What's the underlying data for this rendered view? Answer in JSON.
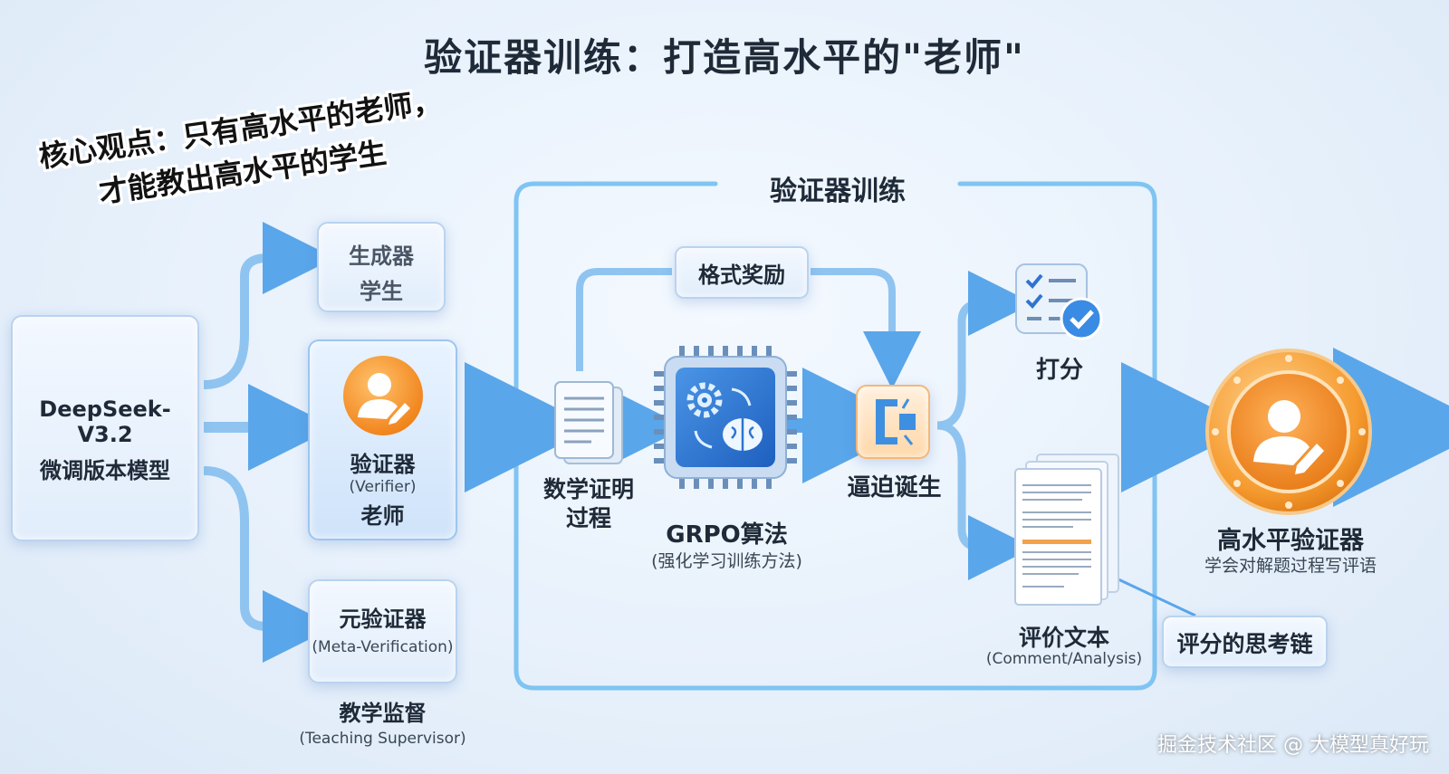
{
  "title": "验证器训练：打造高水平的\"老师\"",
  "quote": {
    "line1": "核心观点：只有高水平的老师，",
    "line2": "才能教出高水平的学生"
  },
  "base_model": {
    "line1": "DeepSeek-V3.2",
    "line2": "微调版本模型"
  },
  "generator": {
    "line1": "生成器",
    "line2": "学生"
  },
  "verifier": {
    "name": "验证器",
    "english": "(Verifier)",
    "role": "老师"
  },
  "meta_verifier": {
    "name": "元验证器",
    "english": "(Meta-Verification)",
    "role": "教学监督",
    "role_english": "(Teaching Supervisor)"
  },
  "training_box": {
    "title": "验证器训练"
  },
  "format_reward": "格式奖励",
  "math_proof": {
    "line1": "数学证明",
    "line2": "过程"
  },
  "grpo": {
    "name": "GRPO算法",
    "desc": "(强化学习训练方法)"
  },
  "forced": "逼迫诞生",
  "score": "打分",
  "comment": {
    "name": "评价文本",
    "english": "(Comment/Analysis)"
  },
  "score_chain": "评分的思考链",
  "high_verifier": {
    "name": "高水平验证器",
    "desc": "学会对解题过程写评语"
  },
  "watermark": "掘金技术社区 @ 大模型真好玩",
  "colors": {
    "accent_blue": "#3f8fe0",
    "accent_orange": "#f08a20",
    "line_blue": "#7fc4f2"
  },
  "icons": [
    "user-edit-icon",
    "document-icon",
    "gear-icon",
    "brain-icon",
    "chip-icon",
    "clamp-icon",
    "checklist-icon",
    "checkmark-icon",
    "report-icon"
  ]
}
